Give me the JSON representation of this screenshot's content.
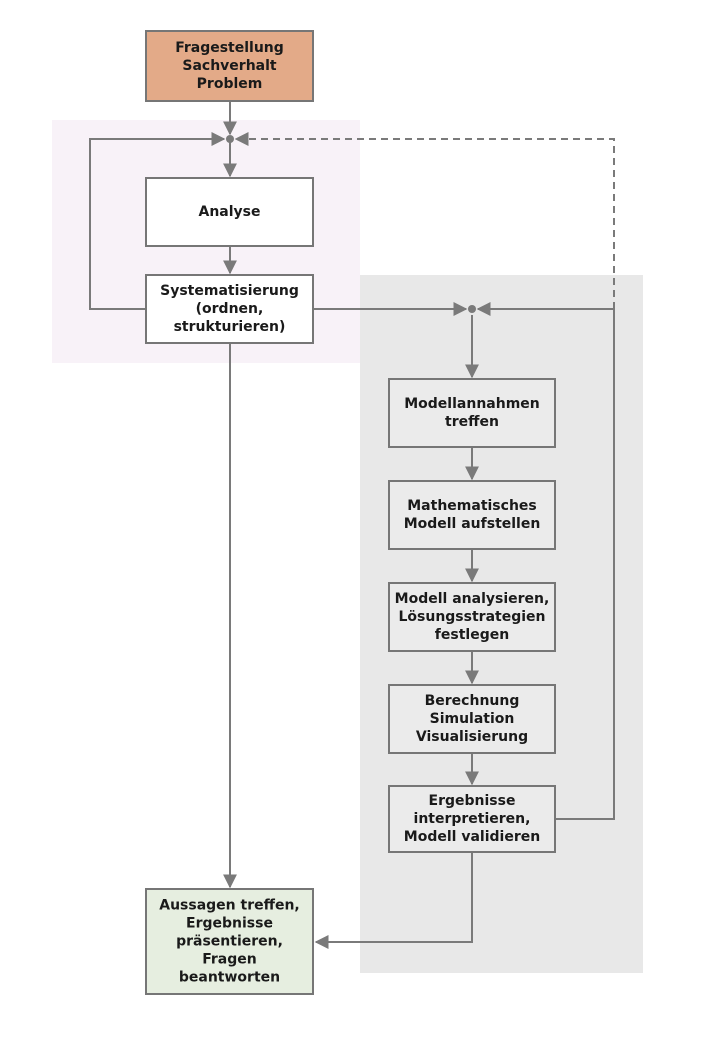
{
  "colors": {
    "background": "#ffffff",
    "region_pink": "#f8f2f8",
    "region_gray": "#e8e8e8",
    "box_border": "#767676",
    "box_fill_default": "#ffffff",
    "box_fill_gray": "#ebebeb",
    "box_fill_start": "#e3aa88",
    "box_fill_end": "#e6eee0",
    "line": "#7a7a7a",
    "dashed_line": "#7a7a7a",
    "text": "#1a1a1a"
  },
  "nodes": {
    "start": {
      "lines": [
        "Fragestellung",
        "Sachverhalt",
        "Problem"
      ]
    },
    "analyse": {
      "lines": [
        "Analyse"
      ]
    },
    "systematisierung": {
      "lines": [
        "Systematisierung",
        "(ordnen,",
        "strukturieren)"
      ]
    },
    "modellannahmen": {
      "lines": [
        "Modellannahmen",
        "treffen"
      ]
    },
    "mathematisches_modell": {
      "lines": [
        "Mathematisches",
        "Modell aufstellen"
      ]
    },
    "modell_analysieren": {
      "lines": [
        "Modell analysieren,",
        "Lösungsstrategien",
        "festlegen"
      ]
    },
    "berechnung": {
      "lines": [
        "Berechnung",
        "Simulation",
        "Visualisierung"
      ]
    },
    "ergebnisse": {
      "lines": [
        "Ergebnisse",
        "interpretieren,",
        "Modell validieren"
      ]
    },
    "aussagen": {
      "lines": [
        "Aussagen treffen,",
        "Ergebnisse",
        "präsentieren,",
        "Fragen",
        "beantworten"
      ]
    }
  }
}
